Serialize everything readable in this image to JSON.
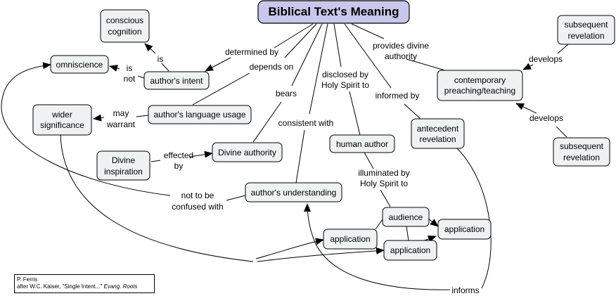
{
  "title": "Biblical Text's Meaning",
  "nodes": {
    "conscious": [
      "conscious",
      "cognition"
    ],
    "omniscience": [
      "omniscience"
    ],
    "authors_intent": [
      "author's intent"
    ],
    "wider": [
      "wider",
      "significance"
    ],
    "language": [
      "author's language usage"
    ],
    "divine_insp": [
      "Divine",
      "inspiration"
    ],
    "divine_auth": [
      "Divine authority"
    ],
    "understanding": [
      "author's understanding"
    ],
    "human_author": [
      "human author"
    ],
    "antecedent": [
      "antecedent",
      "revelation"
    ],
    "contemporary": [
      "contemporary",
      "preaching/teaching"
    ],
    "subseq_top": [
      "subsequent",
      "revelation"
    ],
    "subseq_bottom": [
      "subsequent",
      "revelation"
    ],
    "audience": [
      "audience"
    ],
    "application_a": [
      "application"
    ],
    "application_b": [
      "application"
    ],
    "application_c": [
      "application"
    ]
  },
  "links": {
    "is": [
      "is"
    ],
    "is_not": [
      "is",
      "not"
    ],
    "determined_by": [
      "determined by"
    ],
    "depends_on": [
      "depends on"
    ],
    "bears": [
      "bears"
    ],
    "consistent_with": [
      "consistent with"
    ],
    "disclosed_by": [
      "disclosed by",
      "Holy Spirit to"
    ],
    "informed_by": [
      "informed by"
    ],
    "provides": [
      "provides divine",
      "authority"
    ],
    "develops_top": [
      "develops"
    ],
    "develops_bottom": [
      "develops"
    ],
    "may_warrant": [
      "may",
      "warrant"
    ],
    "effected_by": [
      "effected",
      "by"
    ],
    "not_confused": [
      "not to be",
      "confused with"
    ],
    "illuminated_by": [
      "illuminated by",
      "Holy Spirit to"
    ],
    "informs": [
      "informs"
    ]
  },
  "credit": {
    "line1": "P. Ferris",
    "line2_prefix": "after W.C. Kaiser, \"Single Intent...\" ",
    "line2_italic": "Evang. Roots"
  }
}
